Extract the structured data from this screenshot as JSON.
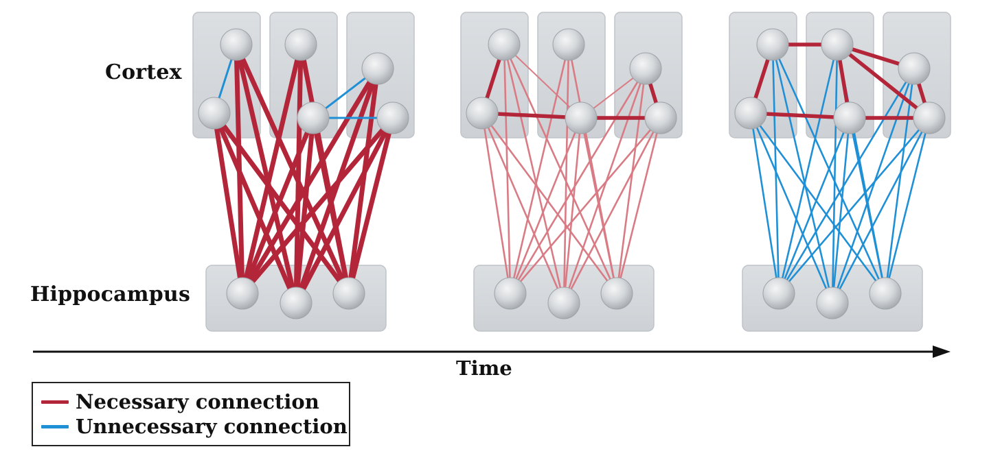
{
  "labels": {
    "cortex": "Cortex",
    "hippocampus": "Hippocampus",
    "time": "Time"
  },
  "legend": {
    "necessary": "Necessary connection",
    "unnecessary": "Unnecessary connection"
  },
  "colors": {
    "necessary": "#b3263a",
    "necessary_faded": "#d97b84",
    "unnecessary": "#1f8fd6",
    "box_fill": "#d6dade",
    "box_stroke": "#bfc4c9",
    "node_fill": "#dcdfe2",
    "arrow": "#111111"
  },
  "stages": [
    {
      "stage": 1,
      "cortex_cortex": [
        {
          "from": "C1",
          "to": "C2",
          "kind": "unnecessary"
        },
        {
          "from": "C4",
          "to": "C3",
          "kind": "unnecessary"
        },
        {
          "from": "C4",
          "to": "C6",
          "kind": "unnecessary"
        }
      ],
      "hippocampus_cortex_kind": "necessary",
      "hippocampus_cortex_weight": "strong"
    },
    {
      "stage": 2,
      "cortex_cortex": [
        {
          "from": "C1",
          "to": "C2",
          "kind": "necessary"
        },
        {
          "from": "C2",
          "to": "C4",
          "kind": "necessary"
        },
        {
          "from": "C4",
          "to": "C6",
          "kind": "necessary"
        },
        {
          "from": "C3",
          "to": "C6",
          "kind": "necessary"
        },
        {
          "from": "C1",
          "to": "C4",
          "kind": "necessary_faded"
        },
        {
          "from": "C3",
          "to": "C4",
          "kind": "necessary_faded"
        }
      ],
      "hippocampus_cortex_kind": "necessary_faded",
      "hippocampus_cortex_weight": "weak"
    },
    {
      "stage": 3,
      "cortex_cortex": [
        {
          "from": "C1",
          "to": "C2",
          "kind": "necessary"
        },
        {
          "from": "C1",
          "to": "C5",
          "kind": "necessary"
        },
        {
          "from": "C2",
          "to": "C4",
          "kind": "necessary"
        },
        {
          "from": "C5",
          "to": "C4",
          "kind": "necessary"
        },
        {
          "from": "C5",
          "to": "C3",
          "kind": "necessary"
        },
        {
          "from": "C3",
          "to": "C6",
          "kind": "necessary"
        },
        {
          "from": "C4",
          "to": "C6",
          "kind": "necessary"
        },
        {
          "from": "C5",
          "to": "C6",
          "kind": "necessary"
        }
      ],
      "hippocampus_cortex_kind": "unnecessary",
      "hippocampus_cortex_weight": "medium"
    }
  ]
}
